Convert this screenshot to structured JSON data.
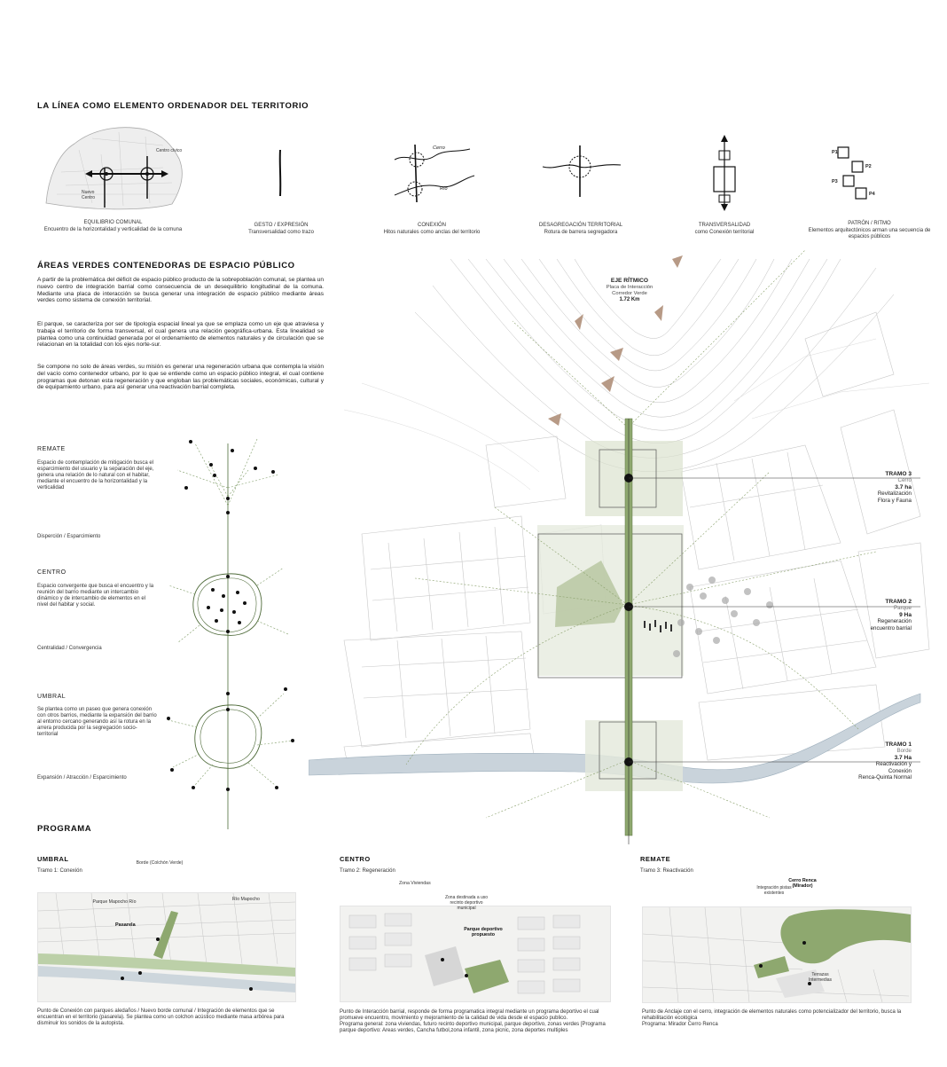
{
  "section1": {
    "title": "LA LÍNEA COMO ELEMENTO ORDENADOR DEL TERRITORIO",
    "diagrams": [
      {
        "label": "EQUILIBRIO COMUNAL",
        "desc": "Encuentro de la horizontalidad y verticalidad de la comuna"
      },
      {
        "label": "GESTO / EXPRESIÓN",
        "desc": "Transversalidad como trazo"
      },
      {
        "label": "CONEXIÓN",
        "desc": "Hitos naturales como anclas del territorio"
      },
      {
        "label": "DESAGREGACIÓN TERRITORIAL",
        "desc": "Rotura de barrera segregadora"
      },
      {
        "label": "TRANSVERSALIDAD",
        "desc": "como Conexión territorial"
      },
      {
        "label": "PATRÓN / RITMO",
        "desc": "Elementos arquitectónicos arman una secuencia de espacios públicos"
      }
    ],
    "map_labels": {
      "centro": "Centro cívico",
      "nuevo": "Nuevo Centro"
    },
    "sketch_labels": {
      "cerro": "Cerro",
      "rio": "Río"
    },
    "pattern_labels": [
      "P1",
      "P2",
      "P3",
      "P4"
    ]
  },
  "section2": {
    "title": "ÁREAS VERDES CONTENEDORAS DE ESPACIO PÚBLICO",
    "paragraphs": [
      "A partir de la problemática del déficit de espacio público producto de la sobrepoblación comunal, se plantea un nuevo centro de integración barrial como consecuencia de un desequilibrio longitudinal de la comuna. Mediante una placa de interacción se busca generar una integración de espacio público mediante áreas verdes como sistema de conexión territorial.",
      "El parque, se caracteriza por ser de tipología espacial lineal ya que se emplaza como un eje que atraviesa y trabaja el territorio de forma transversal, el cual genera una relación geográfica-urbana. Esta linealidad se plantea como una continuidad generada por el ordenamiento de elementos naturales y de circulación que se relacionan en la totalidad con los ejes norte-sur.",
      "Se compone no solo de áreas verdes, su misión es generar una regeneración urbana que contempla la visión del vacío como contenedor urbano, por lo que se entiende como un espacio público integral, el cual contiene programas que detonan esta regeneración y que engloban las problemáticas sociales, económicas, cultural y de equipamiento urbano, para así generar una reactivación barrial completa."
    ]
  },
  "concepts": [
    {
      "title": "REMATE",
      "desc": "Espacio de contemplación de mitigación busca el esparcimiento del usuario y la separación del eje, genera una relación de lo natural con el habitar, mediante el encuentro de la horizontalidad y la verticalidad",
      "tag": "Disperción / Esparcimiento"
    },
    {
      "title": "CENTRO",
      "desc": "Espacio convergente que busca el encuentro y la reunión del barrio mediante un intercambio dinámico y de intercambio de elementos en el nivel del habitar y social.",
      "tag": "Centralidad / Convergencia"
    },
    {
      "title": "UMBRAL",
      "desc": "Se plantea como un paseo que genera conexión con otros barrios, mediante la expansión del barrio al entorno cercano generando así la rotura en la arrera producida por la segregación socio-territorial",
      "tag": "Expansión / Atracción / Esparcimiento"
    }
  ],
  "map": {
    "axis": {
      "title": "EJE RÍTMICO",
      "sub1": "Placa de Interacción",
      "sub2": "Corredor Verde",
      "length": "1.72 Km"
    },
    "tramos": [
      {
        "title": "TRAMO 3",
        "sub": "Cerro",
        "area": "3.7 ha",
        "desc1": "Revitalización",
        "desc2": "Flora y Fauna"
      },
      {
        "title": "TRAMO 2",
        "sub": "Parque",
        "area": "9 Ha",
        "desc1": "Regeneración",
        "desc2": "encuentro barrial"
      },
      {
        "title": "TRAMO 1",
        "sub": "Borde",
        "area": "3.7 Ha",
        "desc1": "Reactivación y",
        "desc2": "Conexión",
        "desc3": "Renca-Quinta Normal"
      }
    ]
  },
  "programa": {
    "title": "PROGRAMA",
    "columns": [
      {
        "title": "UMBRAL",
        "sub": "Tramo 1: Conexión",
        "labels": [
          "Borde (Colchón Verde)",
          "Parque Mapocho Río",
          "Pasarela",
          "Río Mapocho"
        ],
        "caption": "Punto de Conexión con parques aledaños / Nuevo borde comunal / Integración de elementos que se encuentran en el territorio (pasarela). Se plantea como un colchon acústico mediante masa arbórea para disminuir los sonidos de la autopista."
      },
      {
        "title": "CENTRO",
        "sub": "Tramo 2: Regeneración",
        "labels": [
          "Zona Viviendas",
          "Zona destinada a uso recinto deportivo municipal",
          "Parque deportivo propuesto"
        ],
        "caption": "Punto de Interacción barrial, responde de forma programatica integral mediante un programa deportivo el cual promueve encuentro, movimiento y mejoramiento de la calidad de vida desde el espacio publico.\nPrograma general: zona viviendas, futuro recinto deportivo municipal, parque deportivo, zonas verdes [Programa parque deportivo: Areas verdes, Cancha futbol,zona infantil, zona picnic, zona deportes multiples"
      },
      {
        "title": "REMATE",
        "sub": "Tramo 3: Reactivación",
        "labels": [
          "Integración pistas existentes",
          "Cerro Renca (Mirador)",
          "Terrazas Intermedias"
        ],
        "caption": "Punto de Anclaje con el cerro, integración de elementos naturales como potencializador del territorio, busca la rehabilitación ecológica\nPrograma: Mirador Cerro Renca"
      }
    ]
  },
  "colors": {
    "green": "#7d9a64",
    "greenLight": "#c9d6b8",
    "river": "#c9d3db"
  }
}
